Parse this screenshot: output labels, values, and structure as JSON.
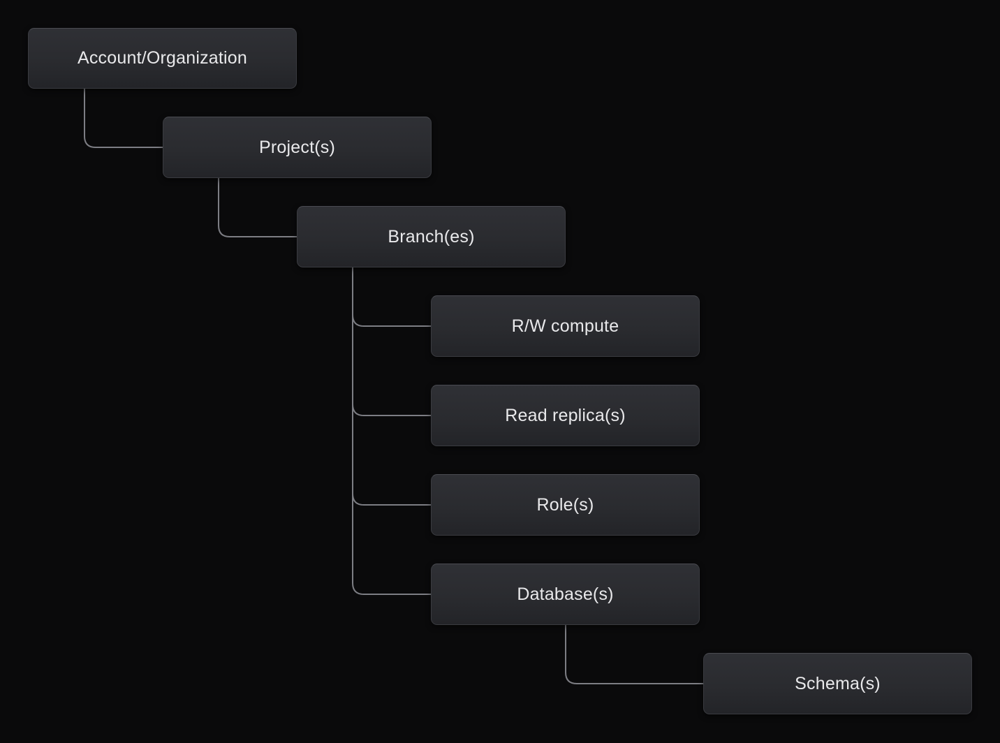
{
  "palette": {
    "background": "#0a0a0b",
    "node_fill_top": "#2f3035",
    "node_fill_bottom": "#232428",
    "node_border": "#3a3b40",
    "node_border_highlight": "#4a4b51",
    "connector": "#7d7e84",
    "text": "#e9e9eb"
  },
  "nodes": [
    {
      "id": "account-organization",
      "label": "Account/Organization",
      "level": 0,
      "parent": null
    },
    {
      "id": "projects",
      "label": "Project(s)",
      "level": 1,
      "parent": "account-organization"
    },
    {
      "id": "branches",
      "label": "Branch(es)",
      "level": 2,
      "parent": "projects"
    },
    {
      "id": "rw-compute",
      "label": "R/W compute",
      "level": 3,
      "parent": "branches"
    },
    {
      "id": "read-replicas",
      "label": "Read replica(s)",
      "level": 3,
      "parent": "branches"
    },
    {
      "id": "roles",
      "label": "Role(s)",
      "level": 3,
      "parent": "branches"
    },
    {
      "id": "databases",
      "label": "Database(s)",
      "level": 3,
      "parent": "branches"
    },
    {
      "id": "schemas",
      "label": "Schema(s)",
      "level": 4,
      "parent": "databases"
    }
  ],
  "edges": [
    {
      "from": "account-organization",
      "to": "projects"
    },
    {
      "from": "projects",
      "to": "branches"
    },
    {
      "from": "branches",
      "to": "rw-compute"
    },
    {
      "from": "branches",
      "to": "read-replicas"
    },
    {
      "from": "branches",
      "to": "roles"
    },
    {
      "from": "branches",
      "to": "databases"
    },
    {
      "from": "databases",
      "to": "schemas"
    }
  ]
}
